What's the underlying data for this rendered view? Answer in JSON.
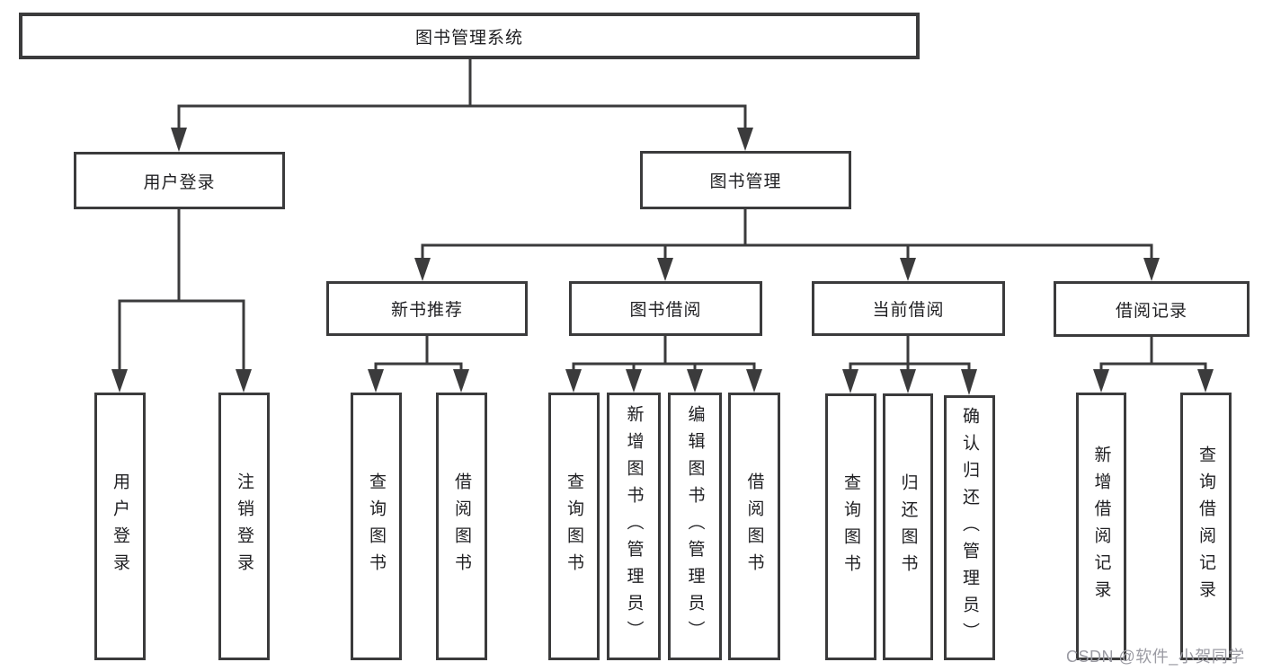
{
  "tree": {
    "root": {
      "label": "图书管理系统"
    },
    "branches": [
      {
        "label": "用户登录",
        "children": [
          {
            "label": "用户登录"
          },
          {
            "label": "注销登录"
          }
        ]
      },
      {
        "label": "图书管理",
        "groups": [
          {
            "label": "新书推荐",
            "children": [
              {
                "label": "查询图书"
              },
              {
                "label": "借阅图书"
              }
            ]
          },
          {
            "label": "图书借阅",
            "children": [
              {
                "label": "查询图书"
              },
              {
                "label": "新增图书（管理员）"
              },
              {
                "label": "编辑图书（管理员）"
              },
              {
                "label": "借阅图书"
              }
            ]
          },
          {
            "label": "当前借阅",
            "children": [
              {
                "label": "查询图书"
              },
              {
                "label": "归还图书"
              },
              {
                "label": "确认归还（管理员）"
              }
            ]
          },
          {
            "label": "借阅记录",
            "children": [
              {
                "label": "新增借阅记录"
              },
              {
                "label": "查询借阅记录"
              }
            ]
          }
        ]
      }
    ]
  },
  "watermark": {
    "text": "CSDN @软件_小贺同学"
  },
  "colors": {
    "line": "#3b3b3c",
    "text": "#1f1f22",
    "watermark": "#9b9ba3"
  }
}
